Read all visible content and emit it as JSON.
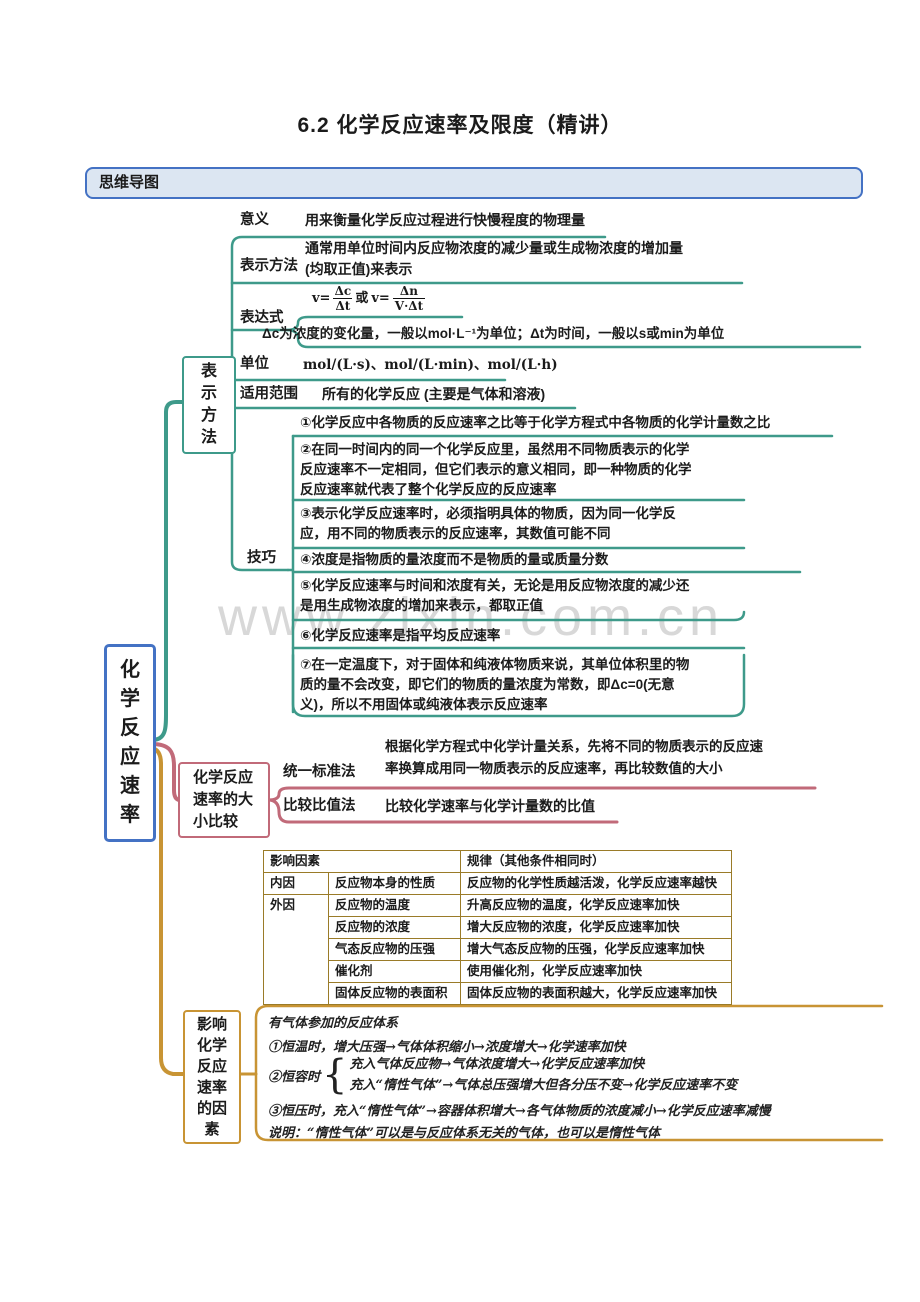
{
  "page": {
    "title": "6.2 化学反应速率及限度（精讲）",
    "section_header": "思维导图",
    "watermark": "www.zixin.com.cn"
  },
  "colors": {
    "teal_branch": "#3e9a8a",
    "pink_branch": "#c16a79",
    "gold_branch": "#c89434",
    "root_border": "#4472c4",
    "table_border": "#9a7b28",
    "header_fill": "#dce6f2"
  },
  "root": {
    "label": "化学反应速率"
  },
  "branch_method": {
    "node": "表示方法",
    "meaning": {
      "label": "意义",
      "content": "用来衡量化学反应过程进行快慢程度的物理量"
    },
    "represent": {
      "label": "表示方法",
      "content": "通常用单位时间内反应物浓度的减少量或生成物浓度的增加量(均取正值)来表示"
    },
    "expression": {
      "label": "表达式",
      "v1": "v=",
      "num1": "Δc",
      "den1": "Δt",
      "or": "或",
      "v2": "v=",
      "num2": "Δn",
      "den2": "V·Δt",
      "note": "Δc为浓度的变化量，一般以mol·L⁻¹为单位；Δt为时间，一般以s或min为单位"
    },
    "unit": {
      "label": "单位",
      "content": "mol/(L·s)、mol/(L·min)、mol/(L·h)"
    },
    "scope": {
      "label": "适用范围",
      "content": "所有的化学反应 (主要是气体和溶液)"
    },
    "tips": {
      "label": "技巧",
      "items": [
        "①化学反应中各物质的反应速率之比等于化学方程式中各物质的化学计量数之比",
        "②在同一时间内的同一个化学反应里，虽然用不同物质表示的化学反应速率不一定相同，但它们表示的意义相同，即一种物质的化学反应速率就代表了整个化学反应的反应速率",
        "③表示化学反应速率时，必须指明具体的物质，因为同一化学反应，用不同的物质表示的反应速率，其数值可能不同",
        "④浓度是指物质的量浓度而不是物质的量或质量分数",
        "⑤化学反应速率与时间和浓度有关，无论是用反应物浓度的减少还是用生成物浓度的增加来表示，都取正值",
        "⑥化学反应速率是指平均反应速率",
        "⑦在一定温度下，对于固体和纯液体物质来说，其单位体积里的物质的量不会改变，即它们的物质的量浓度为常数，即Δc=0(无意义)，所以不用固体或纯液体表示反应速率"
      ]
    }
  },
  "branch_compare": {
    "node": "化学反应速率的大小比较",
    "unify": {
      "label": "统一标准法",
      "content": "根据化学方程式中化学计量关系，先将不同的物质表示的反应速率换算成用同一物质表示的反应速率，再比较数值的大小"
    },
    "ratio": {
      "label": "比较比值法",
      "content": "比较化学速率与化学计量数的比值"
    }
  },
  "branch_factors": {
    "node": "影响化学反应速率的因素",
    "table": {
      "header_factor": "影响因素",
      "header_rule": "规律（其他条件相同时）",
      "cat_internal": "内因",
      "cat_external": "外因",
      "rows": [
        {
          "factor": "反应物本身的性质",
          "rule": "反应物的化学性质越活泼，化学反应速率越快"
        },
        {
          "factor": "反应物的温度",
          "rule": "升高反应物的温度，化学反应速率加快"
        },
        {
          "factor": "反应物的浓度",
          "rule": "增大反应物的浓度，化学反应速率加快"
        },
        {
          "factor": "气态反应物的压强",
          "rule": "增大气态反应物的压强，化学反应速率加快"
        },
        {
          "factor": "催化剂",
          "rule": "使用催化剂，化学反应速率加快"
        },
        {
          "factor": "固体反应物的表面积",
          "rule": "固体反应物的表面积越大，化学反应速率加快"
        }
      ]
    },
    "gas_notes": {
      "title": "有气体参加的反应体系",
      "line1": "①恒温时，增大压强→气体体积缩小→浓度增大→化学速率加快",
      "line2_label": "②恒容时",
      "line2_brace": "{",
      "line2_a": "充入气体反应物→气体浓度增大→化学反应速率加快",
      "line2_b": "充入“惰性气体”→气体总压强增大但各分压不变→化学反应速率不变",
      "line3": "③恒压时，充入“惰性气体”→容器体积增大→各气体物质的浓度减小→化学反应速率减慢",
      "note": "说明：“惰性气体”可以是与反应体系无关的气体，也可以是惰性气体"
    }
  }
}
